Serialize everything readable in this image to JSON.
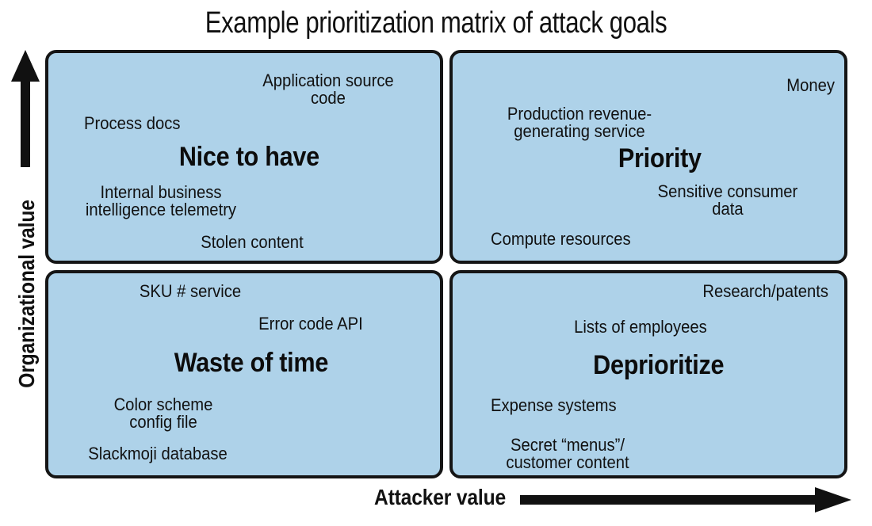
{
  "chart_data": {
    "type": "scatter",
    "title": "Example prioritization matrix of attack goals",
    "xlabel": "Attacker value",
    "ylabel": "Organizational value",
    "grid": false,
    "legend": "none",
    "x_axis_direction": "increasing-right",
    "y_axis_direction": "increasing-up",
    "quadrant_fill_color": "#aed2e9",
    "quadrant_border_color": "#151515",
    "text_color": "#111111",
    "quadrants": [
      {
        "id": "top-left",
        "label": "Nice to have",
        "x_level": "low",
        "y_level": "high",
        "items": [
          "Application source\ncode",
          "Process docs",
          "Internal business\nintelligence telemetry",
          "Stolen content"
        ]
      },
      {
        "id": "top-right",
        "label": "Priority",
        "x_level": "high",
        "y_level": "high",
        "items": [
          "Money",
          "Production revenue-\ngenerating service",
          "Sensitive consumer\ndata",
          "Compute resources"
        ]
      },
      {
        "id": "bottom-left",
        "label": "Waste of time",
        "x_level": "low",
        "y_level": "low",
        "items": [
          "SKU # service",
          "Error code API",
          "Color scheme\nconfig file",
          "Slackmoji database"
        ]
      },
      {
        "id": "bottom-right",
        "label": "Deprioritize",
        "x_level": "high",
        "y_level": "low",
        "items": [
          "Research/patents",
          "Lists of employees",
          "Expense systems",
          "Secret “menus”/\ncustomer content"
        ]
      }
    ]
  },
  "title": "Example prioritization matrix of attack goals",
  "axes": {
    "y": {
      "label": "Organizational value",
      "arrow_icon": "arrow-up-icon"
    },
    "x": {
      "label": "Attacker value",
      "arrow_icon": "arrow-right-icon"
    }
  },
  "quadrants": {
    "top_left": {
      "title": "Nice to have",
      "items": [
        "Application source\ncode",
        "Process docs",
        "Internal business\nintelligence telemetry",
        "Stolen content"
      ]
    },
    "top_right": {
      "title": "Priority",
      "items": [
        "Money",
        "Production revenue-\ngenerating service",
        "Sensitive consumer\ndata",
        "Compute resources"
      ]
    },
    "bottom_left": {
      "title": "Waste of time",
      "items": [
        "SKU # service",
        "Error code API",
        "Color scheme\nconfig file",
        "Slackmoji database"
      ]
    },
    "bottom_right": {
      "title": "Deprioritize",
      "items": [
        "Research/patents",
        "Lists of employees",
        "Expense systems",
        "Secret “menus”/\ncustomer content"
      ]
    }
  }
}
